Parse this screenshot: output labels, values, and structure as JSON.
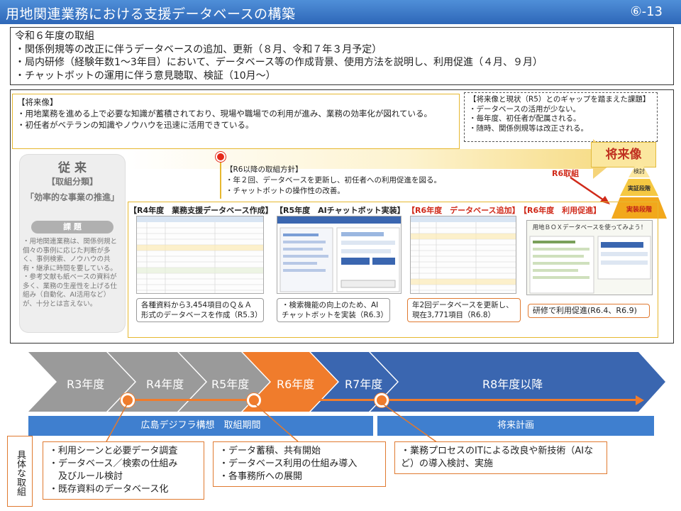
{
  "header": {
    "title": "用地関連業務における支援データベースの構築",
    "page_number": "⑥-13"
  },
  "intro": {
    "heading": "令和６年度の取組",
    "lines": [
      "・関係例規等の改正に伴うデータベースの追加、更新（８月、令和７年３月予定）",
      "・局内研修（経験年数1～3年目）において、データベース等の作成背景、使用方法を説明し、利用促進（４月、９月）",
      "・チャットボットの運用に伴う意見聴取、検証（10月～）"
    ]
  },
  "future_vision": {
    "heading": "【将来像】",
    "lines": [
      "・用地業務を進める上で必要な知識が蓄積されており、現場や職場での利用が進み、業務の効率化が図れている。",
      "・初任者がベテランの知識やノウハウを迅速に活用できている。"
    ]
  },
  "gap": {
    "heading": "【将来像と現状（R5）とのギャップを踏まえた課題】",
    "lines": [
      "・データベースの活用が少ない。",
      "・毎年度、初任者が配属される。",
      "・随時、関係例規等は改正される。"
    ]
  },
  "future_label": "将来像",
  "r6_action_label": "R6取組",
  "policy": {
    "heading": "【R6以降の取組方針】",
    "lines": [
      "・年２回、データベースを更新し、初任者への利用促進を図る。",
      "・チャットボットの操作性の改善。"
    ]
  },
  "conventional": {
    "title": "従 来",
    "category_label": "【取組分類】",
    "category_value": "「効率的な事業の推進」",
    "issue_label": "課 題",
    "issues": [
      "・用地関連業務は、関係例規と個々の事例に応じた判断が多く、事例検索、ノウハウの共有・継承に時間を要している。",
      "・参考文献も紙ベースの資料が多く、業務の生産性を上げる仕組み（自動化、AI活用など）が、十分とは言えない。"
    ]
  },
  "pyramid": {
    "levels": [
      "検討",
      "実証段階",
      "実装段階"
    ]
  },
  "cards": [
    {
      "title": "【R4年度　業務支援データベース作成】",
      "caption": "各種資料から3,454項目のＱ＆Ａ形式のデータベースを作成（R5.3）"
    },
    {
      "title": "【R5年度　AIチャットボット実装】",
      "caption": "・検索機能の向上のため、AIチャットボットを実装（R6.3）"
    },
    {
      "title": "【R6年度　データベース追加】",
      "caption": "年2回データベースを更新し、現在3,771項目（R6.8）"
    },
    {
      "title": "【R6年度　利用促進】",
      "caption": "研修で利用促進(R6.4、R6.9)",
      "screen_title": "用地ＢＯＸデータベースを使ってみよう！"
    }
  ],
  "timeline": {
    "years": [
      "R3年度",
      "R4年度",
      "R5年度",
      "R6年度",
      "R7年度",
      "R8年度以降"
    ],
    "period_label": "広島デジフラ構想　取組期間",
    "future_label": "将来計画"
  },
  "specific": {
    "label": "具体な取組",
    "boxes": [
      [
        "・利用シーンと必要データ調査",
        "・データベース／検索の仕組み",
        "　及びルール検討",
        "・既存資料のデータベース化"
      ],
      [
        "・データ蓄積、共有開始",
        "・データベース利用の仕組み導入",
        "・各事務所への展開"
      ],
      [
        "・業務プロセスのITによる改良や新技術（AIなど）の導入検討、実施"
      ]
    ]
  },
  "colors": {
    "title_blue": "#2e67b8",
    "accent_orange": "#f07c2c",
    "highlight_red": "#d02a1a",
    "gold": "#e6b830"
  }
}
